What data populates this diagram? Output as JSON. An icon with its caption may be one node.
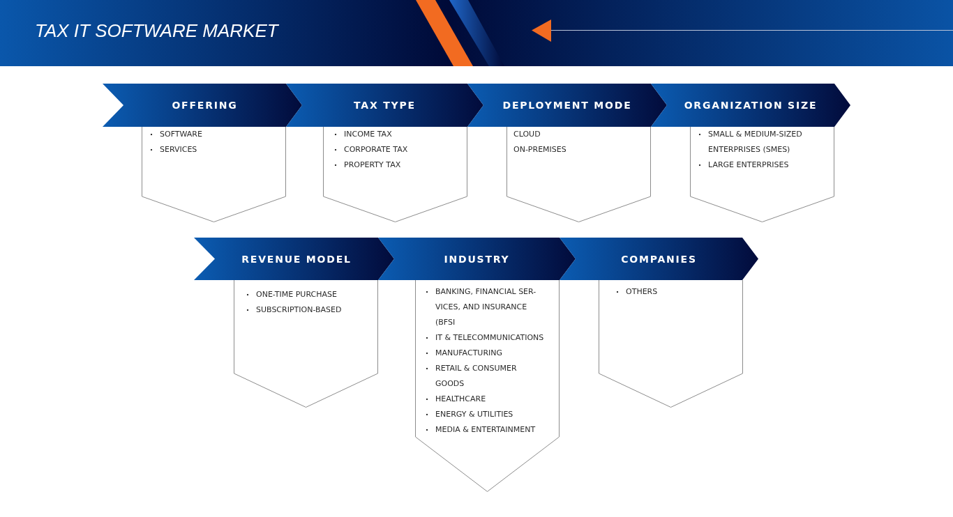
{
  "diagram": {
    "title": "TAX IT SOFTWARE MARKET",
    "nodes": [
      {
        "text": [
          "OFFERING"
        ]
      },
      {
        "text": [
          "SOFTWARE",
          "SERVICES"
        ]
      },
      {
        "text": [
          "TAX TYPE"
        ]
      },
      {
        "text": [
          "INCOME TAX",
          "CORPORATE TAX",
          "PROPERTY TAX"
        ]
      },
      {
        "text": [
          "DEPLOYMENT MODE"
        ]
      },
      {
        "text": [
          "CLOUD",
          "ON-PREMISES"
        ]
      },
      {
        "text": [
          "ORGANIZATION SIZE"
        ]
      },
      {
        "text": [
          "SMALL & MEDIUM-SIZED ENTERPRISES (SMES)",
          "LARGE ENTERPRISES"
        ]
      },
      {
        "text": [
          "REVENUE MODEL"
        ]
      },
      {
        "text": [
          "ONE-TIME PURCHASE",
          "SUBSCRIPTION-BASED"
        ]
      },
      {
        "text": [
          "INDUSTRY"
        ]
      },
      {
        "text": [
          "BANKING, FINANCIAL SER- VICES, AND INSURANCE (BFSI",
          "IT & TELECOMMUNICATIONS",
          "MANUFACTURING",
          "RETAIL & CONSUMER GOODS",
          "HEALTHCARE",
          "ENERGY & UTILITIES",
          "MEDIA & ENTERTAINMENT"
        ]
      },
      {
        "text": [
          "COMPANIES"
        ]
      },
      {
        "text": [
          "OTHERS"
        ]
      }
    ]
  }
}
